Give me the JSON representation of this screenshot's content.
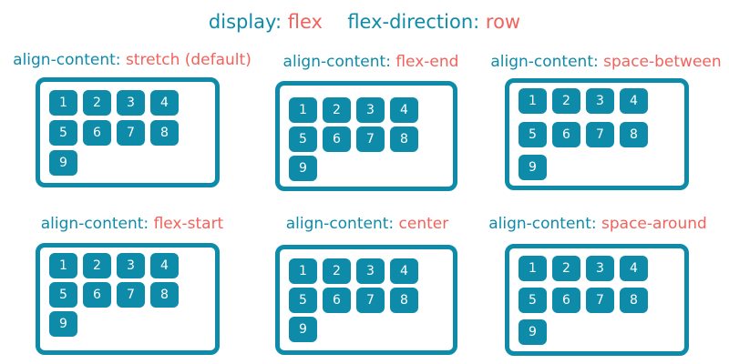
{
  "header": {
    "display_prop": "display:",
    "display_val": "flex",
    "direction_prop": "flex-direction:",
    "direction_val": "row"
  },
  "panels": [
    {
      "prop": "align-content:",
      "value": "stretch (default)",
      "items": [
        "1",
        "2",
        "3",
        "4",
        "5",
        "6",
        "7",
        "8",
        "9"
      ]
    },
    {
      "prop": "align-content:",
      "value": "flex-end",
      "items": [
        "1",
        "2",
        "3",
        "4",
        "5",
        "6",
        "7",
        "8",
        "9"
      ]
    },
    {
      "prop": "align-content:",
      "value": "space-between",
      "items": [
        "1",
        "2",
        "3",
        "4",
        "5",
        "6",
        "7",
        "8",
        "9"
      ]
    },
    {
      "prop": "align-content:",
      "value": "flex-start",
      "items": [
        "1",
        "2",
        "3",
        "4",
        "5",
        "6",
        "7",
        "8",
        "9"
      ]
    },
    {
      "prop": "align-content:",
      "value": "center",
      "items": [
        "1",
        "2",
        "3",
        "4",
        "5",
        "6",
        "7",
        "8",
        "9"
      ]
    },
    {
      "prop": "align-content:",
      "value": "space-around",
      "items": [
        "1",
        "2",
        "3",
        "4",
        "5",
        "6",
        "7",
        "8",
        "9"
      ]
    }
  ],
  "colors": {
    "accent_teal": "#0e8ba8",
    "accent_coral": "#f2625b",
    "item_text": "#ffffff",
    "background": "#ffffff"
  }
}
